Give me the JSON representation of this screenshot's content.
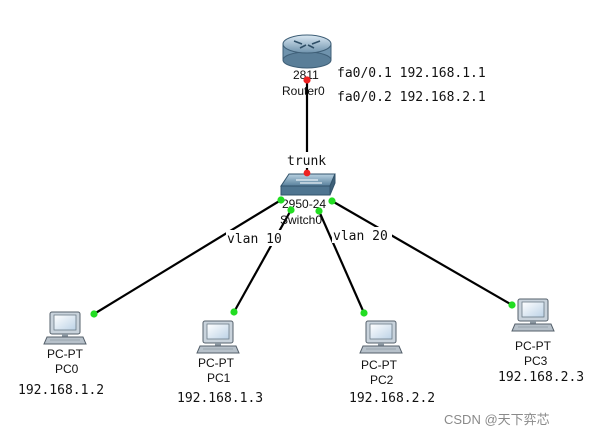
{
  "router": {
    "model": "2811",
    "name": "Router0",
    "iface1": "fa0/0.1 192.168.1.1",
    "iface2": "fa0/0.2 192.168.2.1"
  },
  "trunk_label": "trunk",
  "switch": {
    "model": "2950-24",
    "name": "Switch0"
  },
  "vlan_left": "vlan 10",
  "vlan_right": "vlan 20",
  "pcs": [
    {
      "type": "PC-PT",
      "name": "PC0",
      "ip": "192.168.1.2"
    },
    {
      "type": "PC-PT",
      "name": "PC1",
      "ip": "192.168.1.3"
    },
    {
      "type": "PC-PT",
      "name": "PC2",
      "ip": "192.168.2.2"
    },
    {
      "type": "PC-PT",
      "name": "PC3",
      "ip": "192.168.2.3"
    }
  ],
  "colors": {
    "link_up": "#22dd22",
    "link_down": "#ee2222",
    "cable": "#000000"
  },
  "watermark": "CSDN @天下弈芯"
}
